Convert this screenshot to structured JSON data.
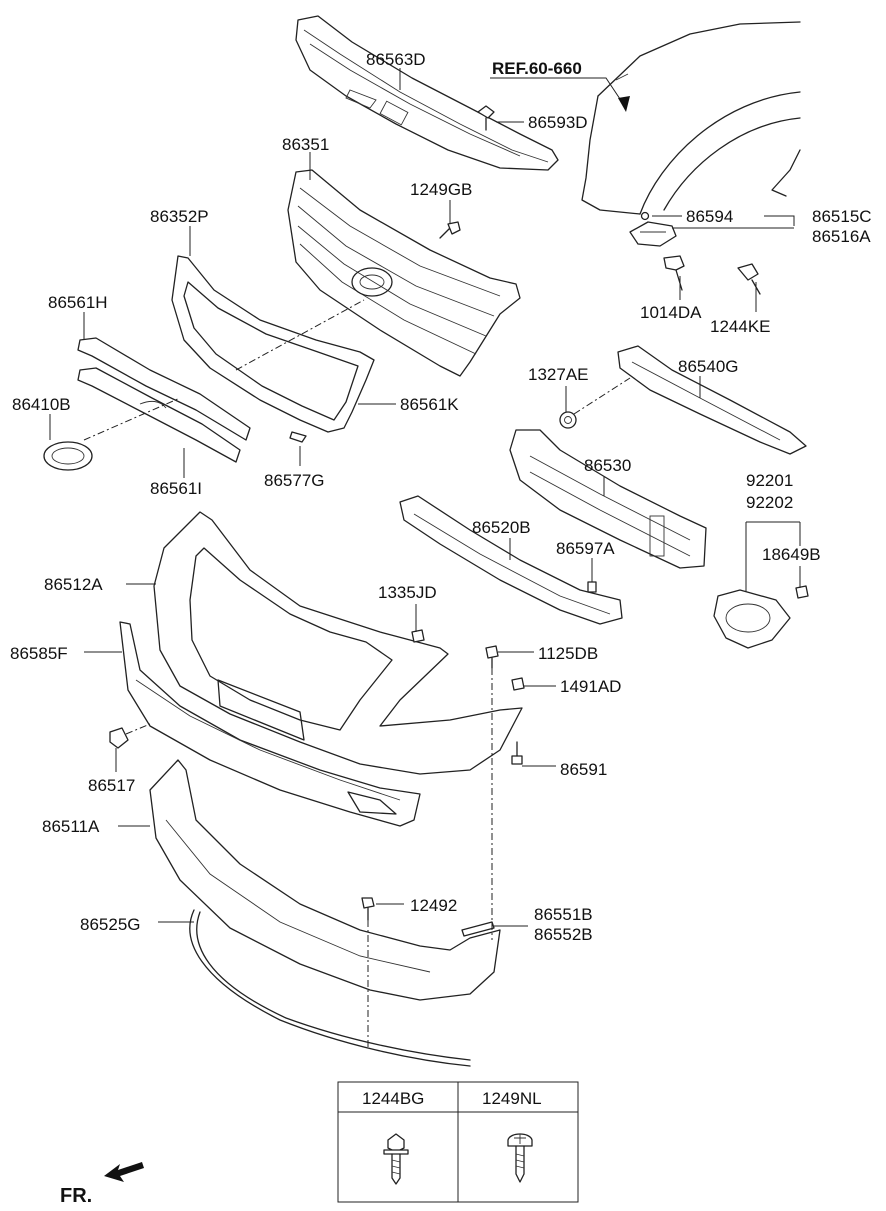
{
  "labels": {
    "p86563D": "86563D",
    "ref": "REF.60-660",
    "p86593D": "86593D",
    "p86351": "86351",
    "p1249GB": "1249GB",
    "p86352P": "86352P",
    "p86594": "86594",
    "p86515C": "86515C",
    "p86516A": "86516A",
    "p86561H": "86561H",
    "p1014DA": "1014DA",
    "p1244KE": "1244KE",
    "p1327AE": "1327AE",
    "p86540G": "86540G",
    "p86410B": "86410B",
    "p86561K": "86561K",
    "p86530": "86530",
    "p86561I": "86561I",
    "p86577G": "86577G",
    "p92201": "92201",
    "p92202": "92202",
    "p86520B": "86520B",
    "p86597A": "86597A",
    "p18649B": "18649B",
    "p86512A": "86512A",
    "p1335JD": "1335JD",
    "p86585F": "86585F",
    "p1125DB": "1125DB",
    "p1491AD": "1491AD",
    "p86591": "86591",
    "p86517": "86517",
    "p86511A": "86511A",
    "p12492": "12492",
    "p86525G": "86525G",
    "p86551B": "86551B",
    "p86552B": "86552B",
    "fr": "FR."
  },
  "fastener_table": {
    "columns": [
      "1244BG",
      "1249NL"
    ]
  }
}
